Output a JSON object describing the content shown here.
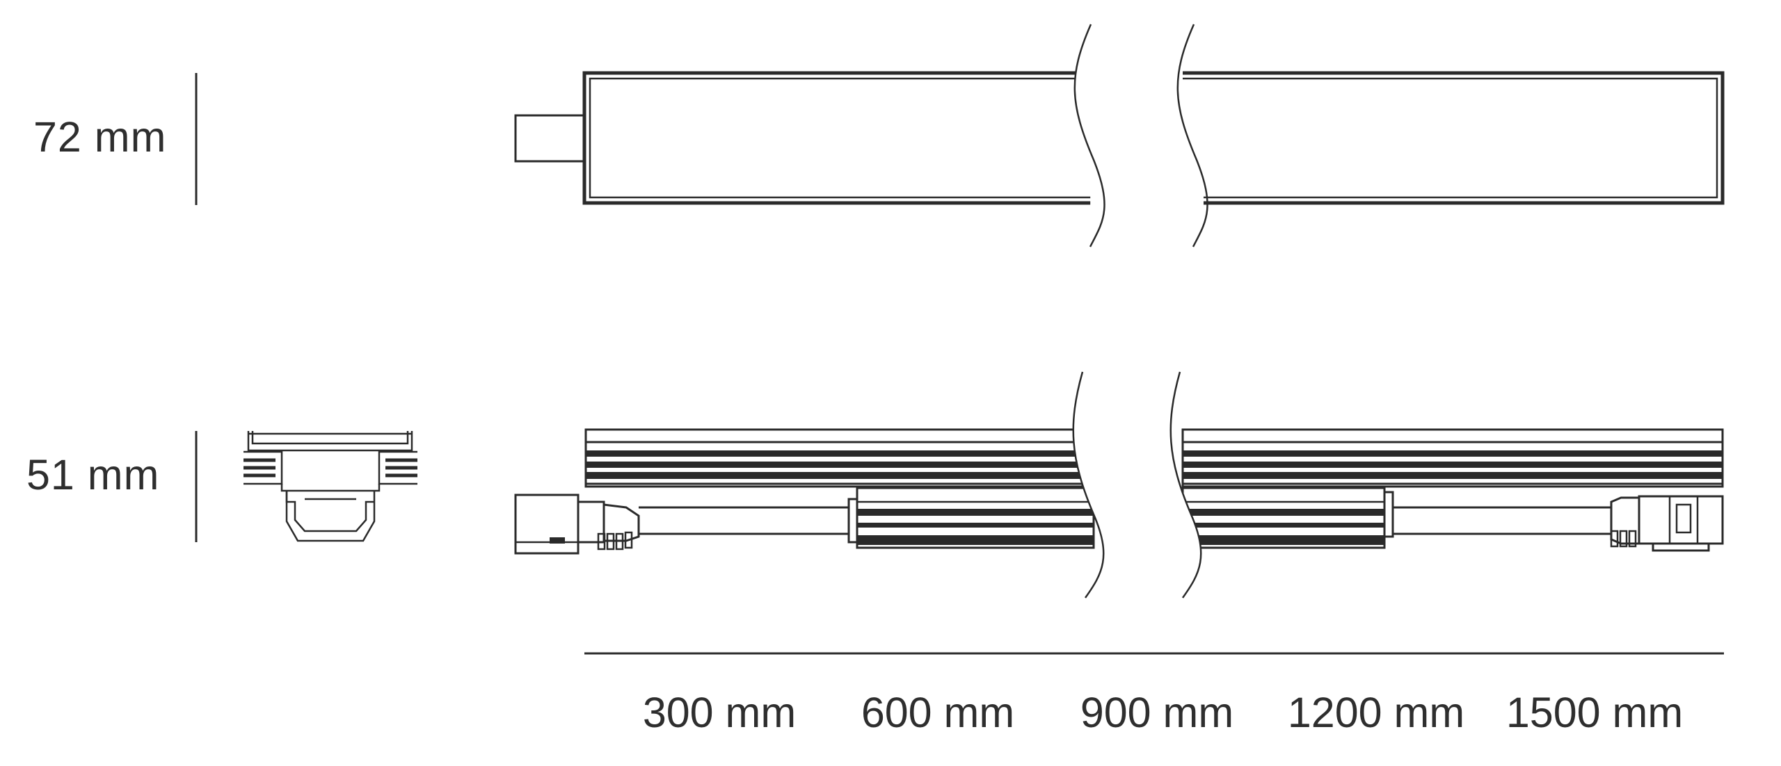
{
  "dimensions": {
    "height_top": "72 mm",
    "height_bottom": "51 mm"
  },
  "lengths": [
    "300 mm",
    "600 mm",
    "900 mm",
    "1200 mm",
    "1500 mm"
  ],
  "colors": {
    "line": "#2a2a2a",
    "background": "#ffffff"
  }
}
